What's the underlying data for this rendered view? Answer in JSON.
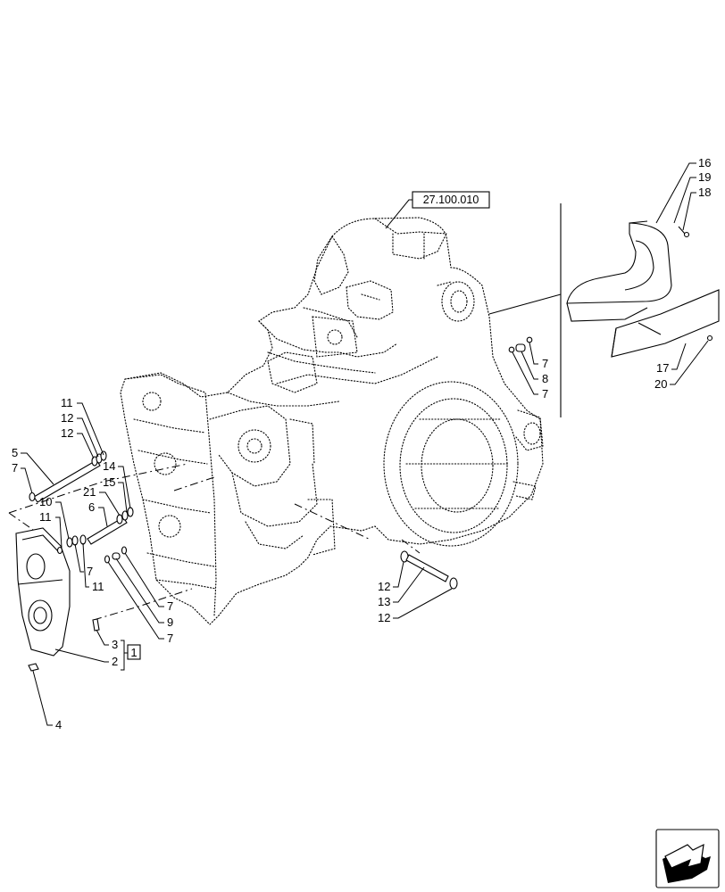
{
  "reference_box": "27.100.010",
  "group_bracket": "1",
  "callouts": {
    "c16": "16",
    "c19": "19",
    "c18": "18",
    "c17": "17",
    "c20": "20",
    "c7a": "7",
    "c8": "8",
    "c7b": "7",
    "c11a": "11",
    "c12a": "12",
    "c12b": "12",
    "c5": "5",
    "c7c": "7",
    "c14": "14",
    "c15": "15",
    "c21": "21",
    "c6": "6",
    "c10": "10",
    "c11b": "11",
    "c7d": "7",
    "c11c": "11",
    "c7e": "7",
    "c9": "9",
    "c7f": "7",
    "c3": "3",
    "c2": "2",
    "c4": "4",
    "c12c": "12",
    "c13": "13",
    "c12d": "12"
  },
  "icons": {
    "corner": "navigation-arrow-icon"
  }
}
